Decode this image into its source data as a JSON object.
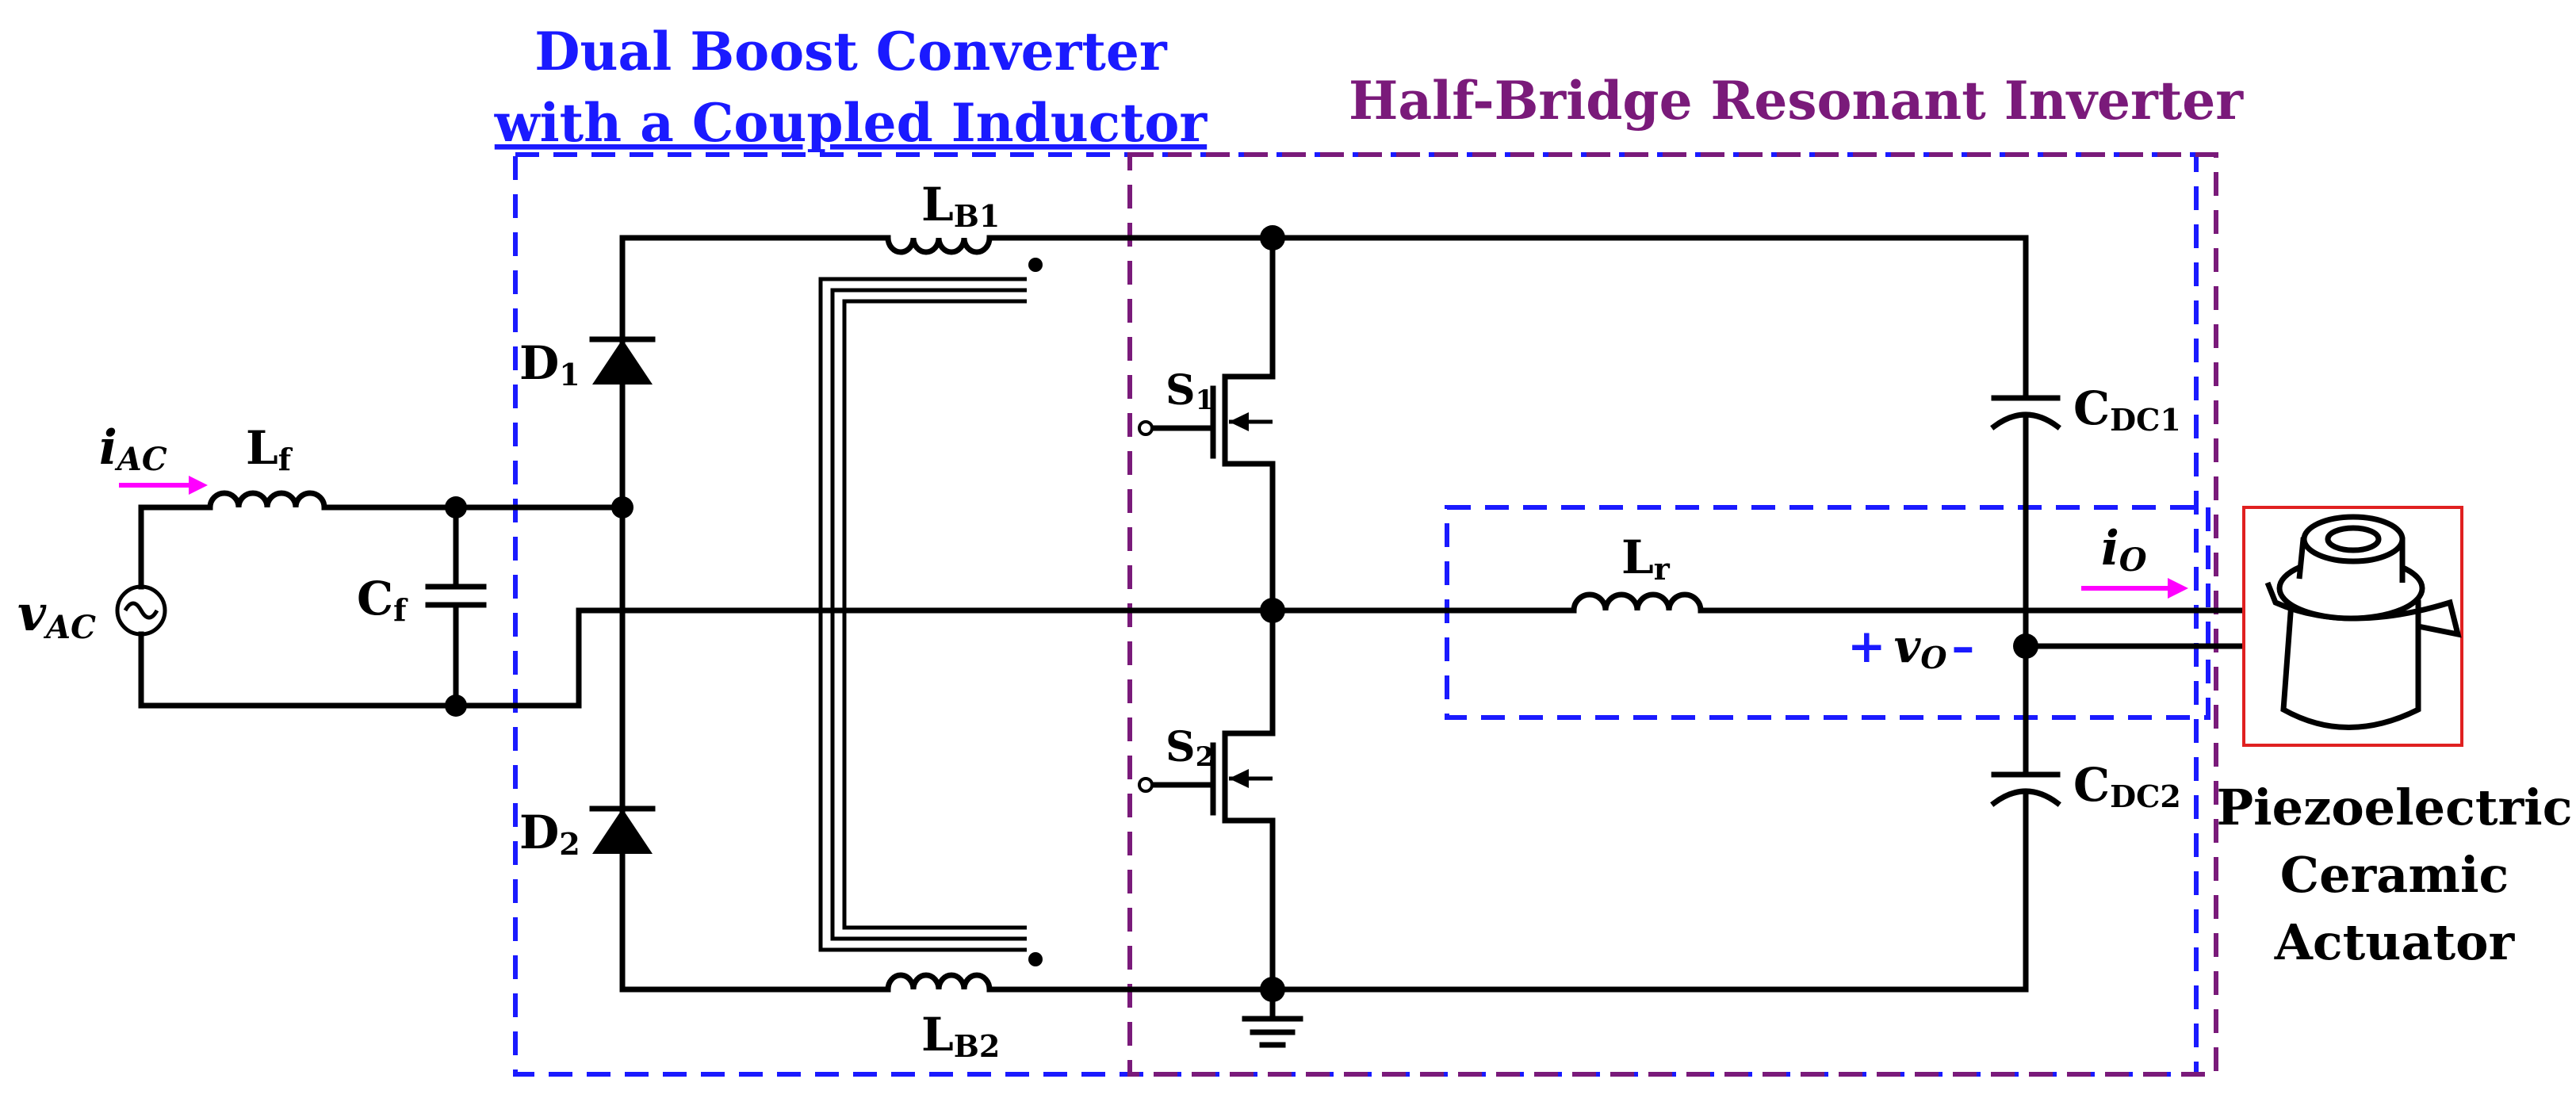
{
  "titles": {
    "boost_line1": "Dual Boost Converter",
    "boost_line2": "with a Coupled Inductor",
    "inverter": "Half-Bridge Resonant Inverter"
  },
  "components": {
    "lb1": {
      "main": "L",
      "sub": "B1"
    },
    "lb2": {
      "main": "L",
      "sub": "B2"
    },
    "d1": {
      "main": "D",
      "sub": "1"
    },
    "d2": {
      "main": "D",
      "sub": "2"
    },
    "s1": {
      "main": "S",
      "sub": "1"
    },
    "s2": {
      "main": "S",
      "sub": "2"
    },
    "lf": {
      "main": "L",
      "sub": "f"
    },
    "cf": {
      "main": "C",
      "sub": "f"
    },
    "lr": {
      "main": "L",
      "sub": "r"
    },
    "cdc1": {
      "main": "C",
      "sub": "DC1"
    },
    "cdc2": {
      "main": "C",
      "sub": "DC2"
    }
  },
  "signals": {
    "iac": {
      "main": "i",
      "sub": "AC"
    },
    "vac": {
      "main": "v",
      "sub": "AC"
    },
    "io": {
      "main": "i",
      "sub": "O"
    },
    "vo": {
      "plus": "+",
      "main": "v",
      "sub": "O",
      "minus": "–"
    }
  },
  "load": {
    "line1": "Piezoelectric",
    "line2": "Ceramic",
    "line3": "Actuator"
  },
  "colors": {
    "boost_box": "#1a1aff",
    "inverter_box": "#7a1a7a",
    "current_arrow": "#ff00ff",
    "load_frame": "#e02020"
  }
}
